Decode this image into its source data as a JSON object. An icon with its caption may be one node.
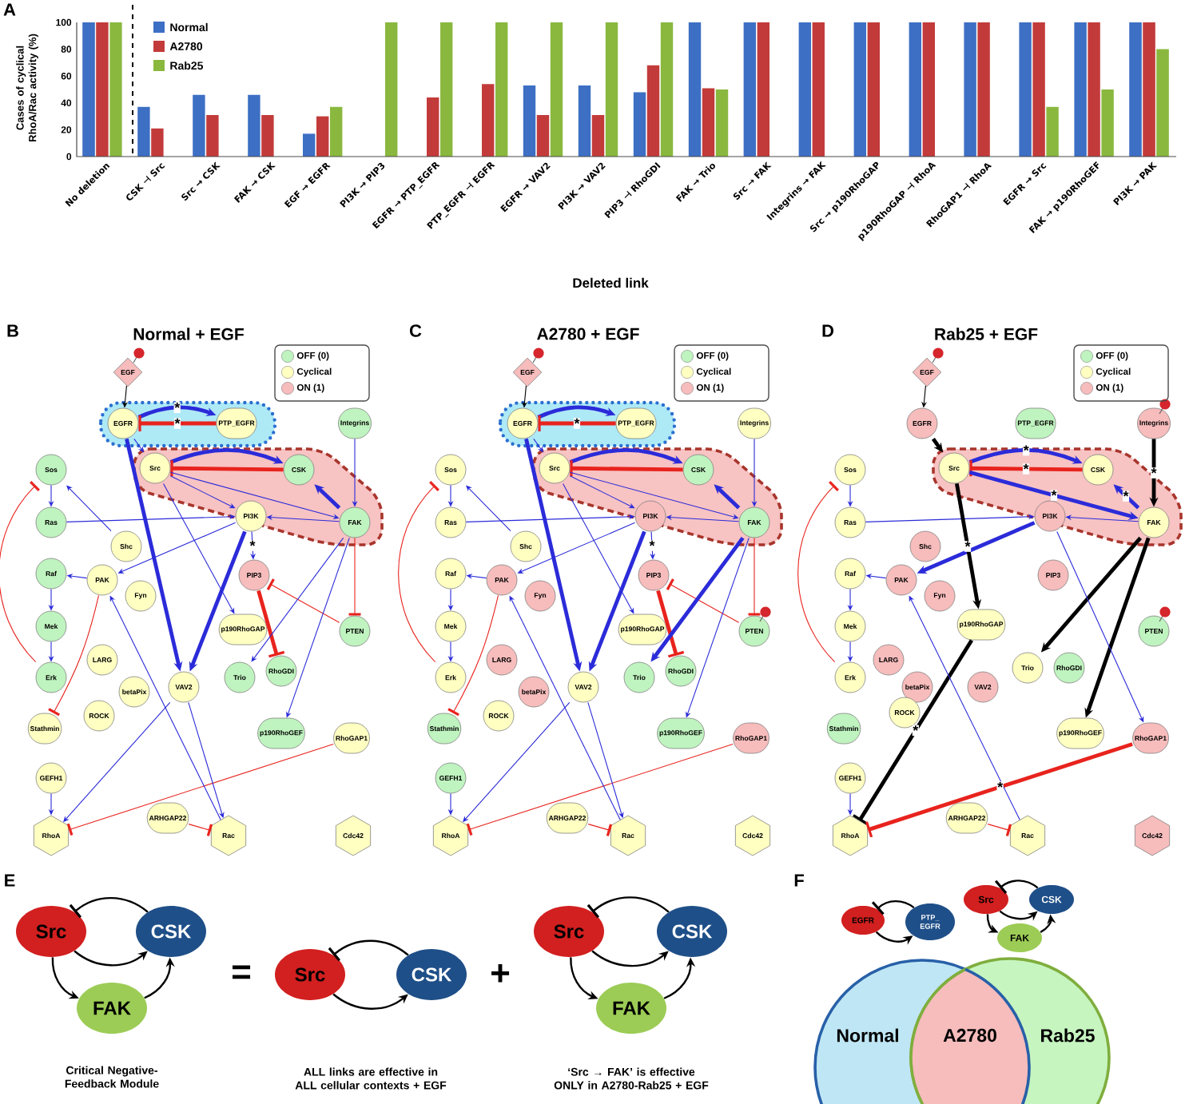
{
  "diagram": {
    "nodes": [
      {
        "text": [
          "EGF"
        ]
      },
      {
        "text": [
          "EGFR"
        ]
      },
      {
        "text": [
          "PTP_EGFR"
        ]
      },
      {
        "text": [
          "Integrins"
        ]
      },
      {
        "text": [
          "Sos"
        ]
      },
      {
        "text": [
          "Src"
        ]
      },
      {
        "text": [
          "CSK"
        ]
      },
      {
        "text": [
          "Ras"
        ]
      },
      {
        "text": [
          "PI3K"
        ]
      },
      {
        "text": [
          "FAK"
        ]
      },
      {
        "text": [
          "Shc"
        ]
      },
      {
        "text": [
          "Raf"
        ]
      },
      {
        "text": [
          "PAK"
        ]
      },
      {
        "text": [
          "PIP3"
        ]
      },
      {
        "text": [
          "Fyn"
        ]
      },
      {
        "text": [
          "Mek"
        ]
      },
      {
        "text": [
          "p190RhoGAP"
        ]
      },
      {
        "text": [
          "PTEN"
        ]
      },
      {
        "text": [
          "Erk"
        ]
      },
      {
        "text": [
          "LARG"
        ]
      },
      {
        "text": [
          "betaPix"
        ]
      },
      {
        "text": [
          "VAV2"
        ]
      },
      {
        "text": [
          "Trio"
        ]
      },
      {
        "text": [
          "RhoGDI"
        ]
      },
      {
        "text": [
          "ROCK"
        ]
      },
      {
        "text": [
          "Stathmin"
        ]
      },
      {
        "text": [
          "p190RhoGEF"
        ]
      },
      {
        "text": [
          "RhoGAP1"
        ]
      },
      {
        "text": [
          "GEFH1"
        ]
      },
      {
        "text": [
          "ARHGAP22"
        ]
      },
      {
        "text": [
          "RhoA"
        ]
      },
      {
        "text": [
          "Rac"
        ]
      },
      {
        "text": [
          "Cdc42"
        ]
      },
      {
        "text": [
          "EGF"
        ]
      },
      {
        "text": [
          "EGFR"
        ]
      },
      {
        "text": [
          "PTP_EGFR"
        ]
      },
      {
        "text": [
          "Integrins"
        ]
      },
      {
        "text": [
          "Sos"
        ]
      },
      {
        "text": [
          "Src"
        ]
      },
      {
        "text": [
          "CSK"
        ]
      },
      {
        "text": [
          "Ras"
        ]
      },
      {
        "text": [
          "PI3K"
        ]
      },
      {
        "text": [
          "FAK"
        ]
      },
      {
        "text": [
          "Shc"
        ]
      },
      {
        "text": [
          "Raf"
        ]
      },
      {
        "text": [
          "PAK"
        ]
      },
      {
        "text": [
          "PIP3"
        ]
      },
      {
        "text": [
          "Fyn"
        ]
      },
      {
        "text": [
          "Mek"
        ]
      },
      {
        "text": [
          "p190RhoGAP"
        ]
      },
      {
        "text": [
          "PTEN"
        ]
      },
      {
        "text": [
          "Erk"
        ]
      },
      {
        "text": [
          "LARG"
        ]
      },
      {
        "text": [
          "betaPix"
        ]
      },
      {
        "text": [
          "VAV2"
        ]
      },
      {
        "text": [
          "Trio"
        ]
      },
      {
        "text": [
          "RhoGDI"
        ]
      },
      {
        "text": [
          "ROCK"
        ]
      },
      {
        "text": [
          "Stathmin"
        ]
      },
      {
        "text": [
          "p190RhoGEF"
        ]
      },
      {
        "text": [
          "RhoGAP1"
        ]
      },
      {
        "text": [
          "GEFH1"
        ]
      },
      {
        "text": [
          "ARHGAP22"
        ]
      },
      {
        "text": [
          "RhoA"
        ]
      },
      {
        "text": [
          "Rac"
        ]
      },
      {
        "text": [
          "Cdc42"
        ]
      },
      {
        "text": [
          "EGF"
        ]
      },
      {
        "text": [
          "EGFR"
        ]
      },
      {
        "text": [
          "PTP_EGFR"
        ]
      },
      {
        "text": [
          "Integrins"
        ]
      },
      {
        "text": [
          "Sos"
        ]
      },
      {
        "text": [
          "Src"
        ]
      },
      {
        "text": [
          "CSK"
        ]
      },
      {
        "text": [
          "Ras"
        ]
      },
      {
        "text": [
          "PI3K"
        ]
      },
      {
        "text": [
          "FAK"
        ]
      },
      {
        "text": [
          "Shc"
        ]
      },
      {
        "text": [
          "Raf"
        ]
      },
      {
        "text": [
          "PAK"
        ]
      },
      {
        "text": [
          "PIP3"
        ]
      },
      {
        "text": [
          "Fyn"
        ]
      },
      {
        "text": [
          "Mek"
        ]
      },
      {
        "text": [
          "p190RhoGAP"
        ]
      },
      {
        "text": [
          "PTEN"
        ]
      },
      {
        "text": [
          "Erk"
        ]
      },
      {
        "text": [
          "LARG"
        ]
      },
      {
        "text": [
          "betaPix"
        ]
      },
      {
        "text": [
          "VAV2"
        ]
      },
      {
        "text": [
          "Trio"
        ]
      },
      {
        "text": [
          "RhoGDI"
        ]
      },
      {
        "text": [
          "ROCK"
        ]
      },
      {
        "text": [
          "Stathmin"
        ]
      },
      {
        "text": [
          "p190RhoGEF"
        ]
      },
      {
        "text": [
          "RhoGAP1"
        ]
      },
      {
        "text": [
          "GEFH1"
        ]
      },
      {
        "text": [
          "ARHGAP22"
        ]
      },
      {
        "text": [
          "RhoA"
        ]
      },
      {
        "text": [
          "Rac"
        ]
      },
      {
        "text": [
          "Cdc42"
        ]
      },
      {
        "text": [
          "Src"
        ]
      },
      {
        "text": [
          "CSK"
        ]
      },
      {
        "text": [
          "FAK"
        ]
      },
      {
        "text": [
          "Src"
        ]
      },
      {
        "text": [
          "CSK"
        ]
      },
      {
        "text": [
          "Src"
        ]
      },
      {
        "text": [
          "CSK"
        ]
      },
      {
        "text": [
          "FAK"
        ]
      },
      {
        "text": [
          "EGFR"
        ]
      },
      {
        "text": [
          "PTP_ EGFR"
        ]
      },
      {
        "text": [
          "Src"
        ]
      },
      {
        "text": [
          "CSK"
        ]
      },
      {
        "text": [
          "FAK"
        ]
      },
      {
        "text": [
          "Normal"
        ]
      },
      {
        "text": [
          "Rab25"
        ]
      },
      {
        "text": [
          "A2780"
        ]
      }
    ],
    "edges": [
      {
        "from": 0,
        "to": 1,
        "arrow": "to",
        "color": "#000000"
      },
      {
        "from": 1,
        "to": 2,
        "arrow": "to",
        "style": "thick",
        "label": "*"
      },
      {
        "from": 2,
        "to": 1,
        "arrow": "other",
        "style": "thick",
        "color": "#e8231d",
        "label": "*"
      },
      {
        "from": 1,
        "to": 5,
        "arrow": "to"
      },
      {
        "from": 3,
        "to": 9,
        "arrow": "to"
      },
      {
        "from": 5,
        "to": 6,
        "arrow": "to",
        "style": "thick"
      },
      {
        "from": 6,
        "to": 5,
        "arrow": "other",
        "style": "thick",
        "color": "#e8231d"
      },
      {
        "from": 9,
        "to": 6,
        "arrow": "to",
        "style": "thick"
      },
      {
        "from": 5,
        "to": 9,
        "arrow": "to"
      },
      {
        "from": 9,
        "to": 8,
        "arrow": "to"
      },
      {
        "from": 5,
        "to": 8,
        "arrow": "to"
      },
      {
        "from": 7,
        "to": 8,
        "arrow": "to"
      },
      {
        "from": 4,
        "to": 7,
        "arrow": "to"
      },
      {
        "from": 10,
        "to": 4,
        "arrow": "to"
      },
      {
        "from": 11,
        "to": 15,
        "arrow": "to"
      },
      {
        "from": 15,
        "to": 18,
        "arrow": "to"
      },
      {
        "from": 18,
        "to": 4,
        "arrow": "other",
        "color": "#e8231d"
      },
      {
        "from": 12,
        "to": 11,
        "arrow": "to"
      },
      {
        "from": 8,
        "to": 12,
        "arrow": "to"
      },
      {
        "from": 8,
        "to": 13,
        "arrow": "to",
        "label": "*"
      },
      {
        "from": 13,
        "to": 23,
        "arrow": "other",
        "style": "thick",
        "color": "#e8231d"
      },
      {
        "from": 17,
        "to": 13,
        "arrow": "other",
        "color": "#e8231d"
      },
      {
        "from": 9,
        "to": 17,
        "arrow": "other",
        "color": "#e8231d"
      },
      {
        "from": 1,
        "to": 21,
        "arrow": "to",
        "style": "thick"
      },
      {
        "from": 8,
        "to": 21,
        "arrow": "to",
        "style": "thick"
      },
      {
        "from": 5,
        "to": 16,
        "arrow": "to"
      },
      {
        "from": 12,
        "to": 25,
        "arrow": "other",
        "color": "#e8231d"
      },
      {
        "from": 28,
        "to": 30,
        "arrow": "to"
      },
      {
        "from": 27,
        "to": 30,
        "arrow": "other",
        "color": "#e8231d"
      },
      {
        "from": 21,
        "to": 31,
        "arrow": "to"
      },
      {
        "from": 29,
        "to": 31,
        "arrow": "other",
        "color": "#e8231d"
      },
      {
        "from": 31,
        "to": 12,
        "arrow": "to"
      },
      {
        "from": 21,
        "to": 30,
        "arrow": "to"
      },
      {
        "from": 9,
        "to": 22,
        "arrow": "to"
      },
      {
        "from": 9,
        "to": 26,
        "arrow": "to"
      },
      {
        "from": 33,
        "to": 34,
        "arrow": "to",
        "color": "#000000"
      },
      {
        "from": 34,
        "to": 35,
        "arrow": "to",
        "style": "thick"
      },
      {
        "from": 35,
        "to": 34,
        "arrow": "other",
        "style": "thick",
        "color": "#e8231d",
        "label": "*"
      },
      {
        "from": 34,
        "to": 38,
        "arrow": "to"
      },
      {
        "from": 36,
        "to": 42,
        "arrow": "to"
      },
      {
        "from": 38,
        "to": 39,
        "arrow": "to",
        "style": "thick"
      },
      {
        "from": 39,
        "to": 38,
        "arrow": "other",
        "style": "thick",
        "color": "#e8231d"
      },
      {
        "from": 42,
        "to": 39,
        "arrow": "to",
        "style": "thick"
      },
      {
        "from": 38,
        "to": 42,
        "arrow": "to"
      },
      {
        "from": 42,
        "to": 41,
        "arrow": "to"
      },
      {
        "from": 38,
        "to": 41,
        "arrow": "to"
      },
      {
        "from": 40,
        "to": 41,
        "arrow": "to"
      },
      {
        "from": 37,
        "to": 40,
        "arrow": "to"
      },
      {
        "from": 43,
        "to": 37,
        "arrow": "to"
      },
      {
        "from": 44,
        "to": 48,
        "arrow": "to"
      },
      {
        "from": 48,
        "to": 51,
        "arrow": "to"
      },
      {
        "from": 51,
        "to": 37,
        "arrow": "other",
        "color": "#e8231d"
      },
      {
        "from": 45,
        "to": 44,
        "arrow": "to"
      },
      {
        "from": 41,
        "to": 45,
        "arrow": "to"
      },
      {
        "from": 41,
        "to": 46,
        "arrow": "to",
        "label": "*"
      },
      {
        "from": 46,
        "to": 56,
        "arrow": "other",
        "style": "thick",
        "color": "#e8231d"
      },
      {
        "from": 50,
        "to": 46,
        "arrow": "other",
        "color": "#e8231d"
      },
      {
        "from": 42,
        "to": 50,
        "arrow": "other",
        "color": "#e8231d"
      },
      {
        "from": 34,
        "to": 54,
        "arrow": "to",
        "style": "thick"
      },
      {
        "from": 41,
        "to": 54,
        "arrow": "to",
        "style": "thick"
      },
      {
        "from": 38,
        "to": 49,
        "arrow": "to"
      },
      {
        "from": 45,
        "to": 58,
        "arrow": "other",
        "color": "#e8231d"
      },
      {
        "from": 61,
        "to": 63,
        "arrow": "to"
      },
      {
        "from": 60,
        "to": 63,
        "arrow": "other",
        "color": "#e8231d"
      },
      {
        "from": 54,
        "to": 64,
        "arrow": "to"
      },
      {
        "from": 62,
        "to": 64,
        "arrow": "other",
        "color": "#e8231d"
      },
      {
        "from": 64,
        "to": 45,
        "arrow": "to"
      },
      {
        "from": 54,
        "to": 63,
        "arrow": "to"
      },
      {
        "from": 42,
        "to": 55,
        "arrow": "to",
        "style": "thick"
      },
      {
        "from": 42,
        "to": 59,
        "arrow": "to"
      },
      {
        "from": 66,
        "to": 67,
        "arrow": "to",
        "color": "#000000"
      },
      {
        "from": 67,
        "to": 71,
        "arrow": "to",
        "style": "thick",
        "color": "#000000"
      },
      {
        "from": 69,
        "to": 75,
        "arrow": "to",
        "style": "thick",
        "color": "#000000",
        "label": "*"
      },
      {
        "from": 71,
        "to": 72,
        "arrow": "to",
        "style": "thick",
        "label": "*"
      },
      {
        "from": 72,
        "to": 71,
        "arrow": "other",
        "style": "thick",
        "color": "#e8231d",
        "label": "*"
      },
      {
        "from": 71,
        "to": 75,
        "arrow": "to",
        "style": "thick",
        "label": "*"
      },
      {
        "from": 75,
        "to": 72,
        "arrow": "to",
        "style": "thick",
        "label": "*"
      },
      {
        "from": 75,
        "to": 74,
        "arrow": "to"
      },
      {
        "from": 73,
        "to": 74,
        "arrow": "to"
      },
      {
        "from": 70,
        "to": 73,
        "arrow": "to"
      },
      {
        "from": 77,
        "to": 81,
        "arrow": "to"
      },
      {
        "from": 81,
        "to": 84,
        "arrow": "to"
      },
      {
        "from": 84,
        "to": 70,
        "arrow": "other",
        "color": "#e8231d"
      },
      {
        "from": 78,
        "to": 77,
        "arrow": "to"
      },
      {
        "from": 74,
        "to": 78,
        "arrow": "to",
        "style": "thick"
      },
      {
        "from": 71,
        "to": 82,
        "arrow": "to",
        "style": "thick",
        "color": "#000000",
        "label": "*"
      },
      {
        "from": 82,
        "to": 96,
        "arrow": "other",
        "style": "thick",
        "color": "#000000",
        "label": "*"
      },
      {
        "from": 75,
        "to": 88,
        "arrow": "to",
        "style": "thick",
        "color": "#000000"
      },
      {
        "from": 75,
        "to": 92,
        "arrow": "to",
        "style": "thick",
        "color": "#000000"
      },
      {
        "from": 93,
        "to": 96,
        "arrow": "other",
        "style": "thick",
        "color": "#e8231d",
        "label": "*"
      },
      {
        "from": 74,
        "to": 93,
        "arrow": "to"
      },
      {
        "from": 95,
        "to": 97,
        "arrow": "other",
        "color": "#e8231d"
      },
      {
        "from": 97,
        "to": 78,
        "arrow": "to"
      },
      {
        "from": 94,
        "to": 96,
        "arrow": "to"
      },
      {
        "from": 100,
        "to": 99,
        "arrow": "other",
        "color": "#000000"
      },
      {
        "from": 99,
        "to": 100,
        "arrow": "to",
        "color": "#000000"
      },
      {
        "from": 99,
        "to": 101,
        "arrow": "to",
        "color": "#000000"
      },
      {
        "from": 101,
        "to": 100,
        "arrow": "to",
        "color": "#000000"
      },
      {
        "from": 103,
        "to": 102,
        "arrow": "other",
        "color": "#000000"
      },
      {
        "from": 102,
        "to": 103,
        "arrow": "to",
        "color": "#000000"
      },
      {
        "from": 105,
        "to": 104,
        "arrow": "other",
        "color": "#000000"
      },
      {
        "from": 104,
        "to": 105,
        "arrow": "to",
        "color": "#000000"
      },
      {
        "from": 104,
        "to": 106,
        "arrow": "to",
        "color": "#000000"
      },
      {
        "from": 106,
        "to": 105,
        "arrow": "to",
        "color": "#000000"
      },
      {
        "from": 108,
        "to": 107,
        "arrow": "other",
        "color": "#000000"
      },
      {
        "from": 107,
        "to": 108,
        "arrow": "to",
        "color": "#000000"
      },
      {
        "from": 110,
        "to": 109,
        "arrow": "other",
        "color": "#000000"
      },
      {
        "from": 109,
        "to": 110,
        "arrow": "to",
        "color": "#000000"
      },
      {
        "from": 109,
        "to": 111,
        "arrow": "to",
        "color": "#000000"
      },
      {
        "from": 111,
        "to": 110,
        "arrow": "to",
        "color": "#000000"
      }
    ],
    "labels": [
      "A",
      "B",
      "Normal + EGF",
      "C",
      "A2780 + EGF",
      "D",
      "Rab25 + EGF",
      "E",
      "=",
      "+",
      "Critical Negative-Feedback Module",
      "ALL links are effective in ALL cellular contexts + EGF",
      "‘Src → FAK’ is effective ONLY in A2780-Rab25 + EGF",
      "F"
    ],
    "legend": [
      {
        "text": "OFF (0)",
        "color": "#bff3bf"
      },
      {
        "text": "Cyclical",
        "color": "#ffffc2"
      },
      {
        "text": "ON (1)",
        "color": "#f7bcbc"
      },
      {
        "text": "OFF (0)",
        "color": "#bff3bf"
      },
      {
        "text": "Cyclical",
        "color": "#ffffc2"
      },
      {
        "text": "ON (1)",
        "color": "#f7bcbc"
      },
      {
        "text": "OFF (0)",
        "color": "#bff3bf"
      },
      {
        "text": "Cyclical",
        "color": "#ffffc2"
      },
      {
        "text": "ON (1)",
        "color": "#f7bcbc"
      }
    ],
    "chart_data": {
      "type": "bar",
      "xlabel": "Deleted link",
      "ylabel": "Cases of cyclical RhoA/Rac activity (%)",
      "categories": [
        "No deletion",
        "CSK ⊣ Src",
        "Src → CSK",
        "FAK → CSK",
        "EGF → EGFR",
        "PI3K → PIP3",
        "EGFR → PTP_EGFR",
        "PTP_EGFR ⊣ EGFR",
        "EGFR → VAV2",
        "PI3K → VAV2",
        "PIP3 ⊣ RhoGDI",
        "FAK → Trio",
        "Src → FAK",
        "Integrins → FAK",
        "Src → p190RhoGAP",
        "p190RhoGAP ⊣ RhoA",
        "RhoGAP1 ⊣ RhoA",
        "EGFR → Src",
        "FAK → p190RhoGEF",
        "PI3K → PAK"
      ],
      "series": [
        {
          "name": "Normal",
          "color": "#3d6fc4",
          "values": [
            100,
            37,
            46,
            46,
            17,
            0,
            0,
            0,
            53,
            53,
            48,
            100,
            100,
            100,
            100,
            100,
            100,
            100,
            100,
            100
          ]
        },
        {
          "name": "A2780",
          "color": "#c23b3a",
          "values": [
            100,
            21,
            31,
            31,
            30,
            0,
            44,
            54,
            31,
            31,
            68,
            51,
            100,
            100,
            100,
            100,
            100,
            100,
            100,
            100
          ]
        },
        {
          "name": "Rab25",
          "color": "#8ab83f",
          "values": [
            100,
            0,
            0,
            0,
            37,
            100,
            100,
            100,
            100,
            100,
            100,
            50,
            0,
            0,
            0,
            0,
            0,
            37,
            50,
            80
          ]
        }
      ],
      "ylim": [
        0,
        100
      ],
      "yticks": [
        0,
        20,
        40,
        60,
        80,
        100
      ],
      "legend": "upper left"
    }
  }
}
